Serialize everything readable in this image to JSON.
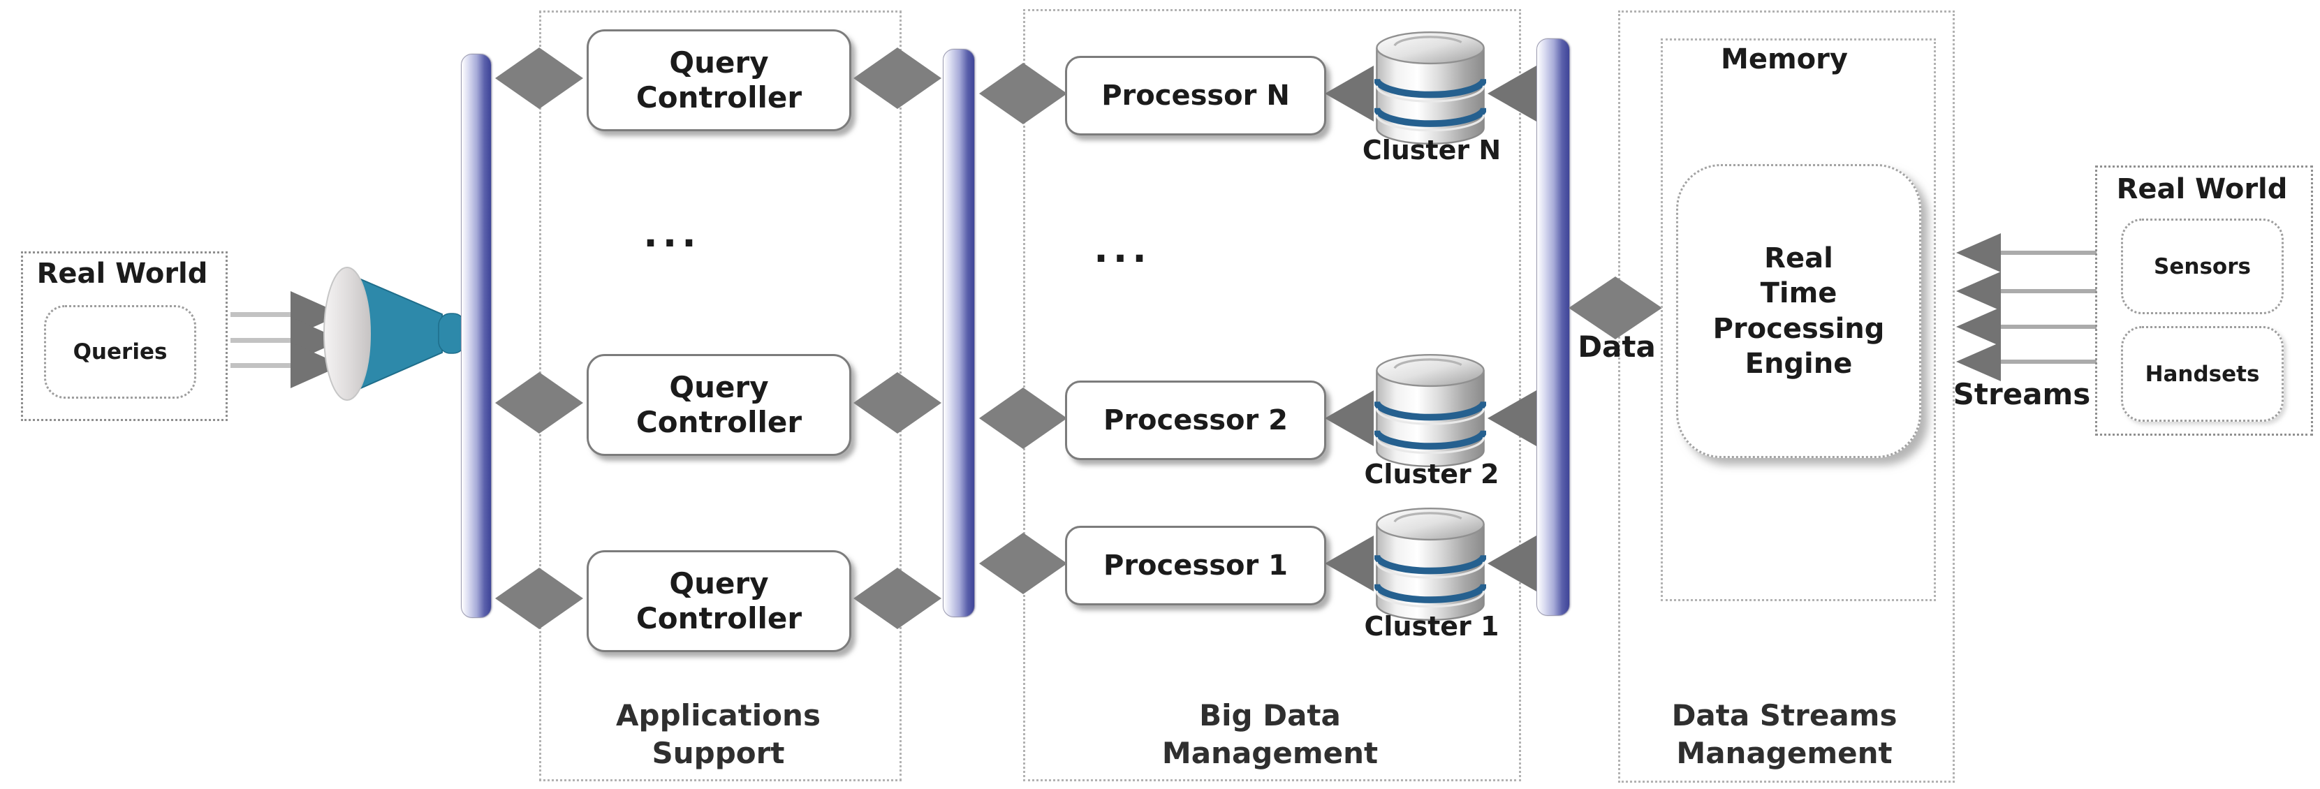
{
  "left_real_world": {
    "title": "Real World",
    "box_label": "Queries"
  },
  "applications_support": {
    "section_label": [
      "Applications",
      "Support"
    ],
    "controllers": [
      "Query Controller",
      "Query Controller",
      "Query Controller"
    ],
    "ellipsis": "..."
  },
  "big_data_management": {
    "section_label": [
      "Big Data",
      "Management"
    ],
    "processors": [
      "Processor N",
      "Processor 2",
      "Processor 1"
    ],
    "clusters": [
      "Cluster N",
      "Cluster 2",
      "Cluster 1"
    ],
    "ellipsis": "..."
  },
  "data_streams_management": {
    "section_label": [
      "Data Streams",
      "Management"
    ],
    "memory_label": "Memory",
    "engine_lines": [
      "Real",
      "Time",
      "Processing",
      "Engine"
    ],
    "data_label": "Data"
  },
  "right_real_world": {
    "title": "Real World",
    "sources": [
      "Sensors",
      "Handsets"
    ],
    "streams_label": "Streams"
  },
  "colors": {
    "funnel_teal": "#2d89aa",
    "bus_indigo": "#474d9e",
    "connector_gray": "#7f7f7f",
    "db_ring_blue": "#25608f",
    "dotted_border": "#b2b2b2"
  }
}
